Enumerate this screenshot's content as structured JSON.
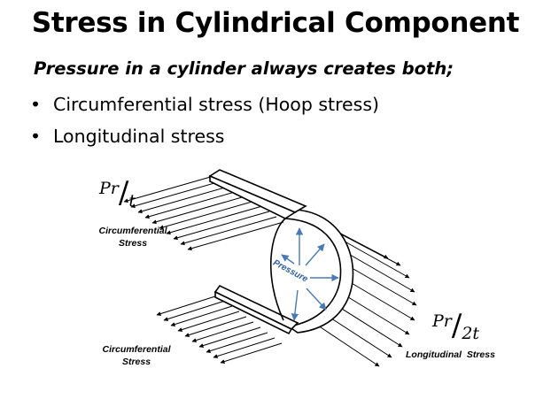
{
  "title": "Stress in Cylindrical Component",
  "subtitle": "Pressure in a cylinder always creates both;",
  "bullets": [
    {
      "dot": "•",
      "text": "Circumferential stress (Hoop stress)"
    },
    {
      "dot": "•",
      "text": "Longitudinal stress"
    }
  ],
  "diagram": {
    "formula_hoop": {
      "numerator": "Pr",
      "slash": "/",
      "denominator": "t"
    },
    "formula_long": {
      "numerator": "Pr",
      "slash": "/",
      "denominator": "2t"
    },
    "label_hoop_top": {
      "line1": "Circumferential",
      "line2": "Stress"
    },
    "label_hoop_bottom": {
      "line1": "Circumferential",
      "line2": "Stress"
    },
    "label_long": "Longitudinal  Stress",
    "label_pressure": "Pressure",
    "colors": {
      "pressure_arrows": "#4a7ab5",
      "pressure_text": "#2f5e9e",
      "lines": "#000000"
    }
  }
}
